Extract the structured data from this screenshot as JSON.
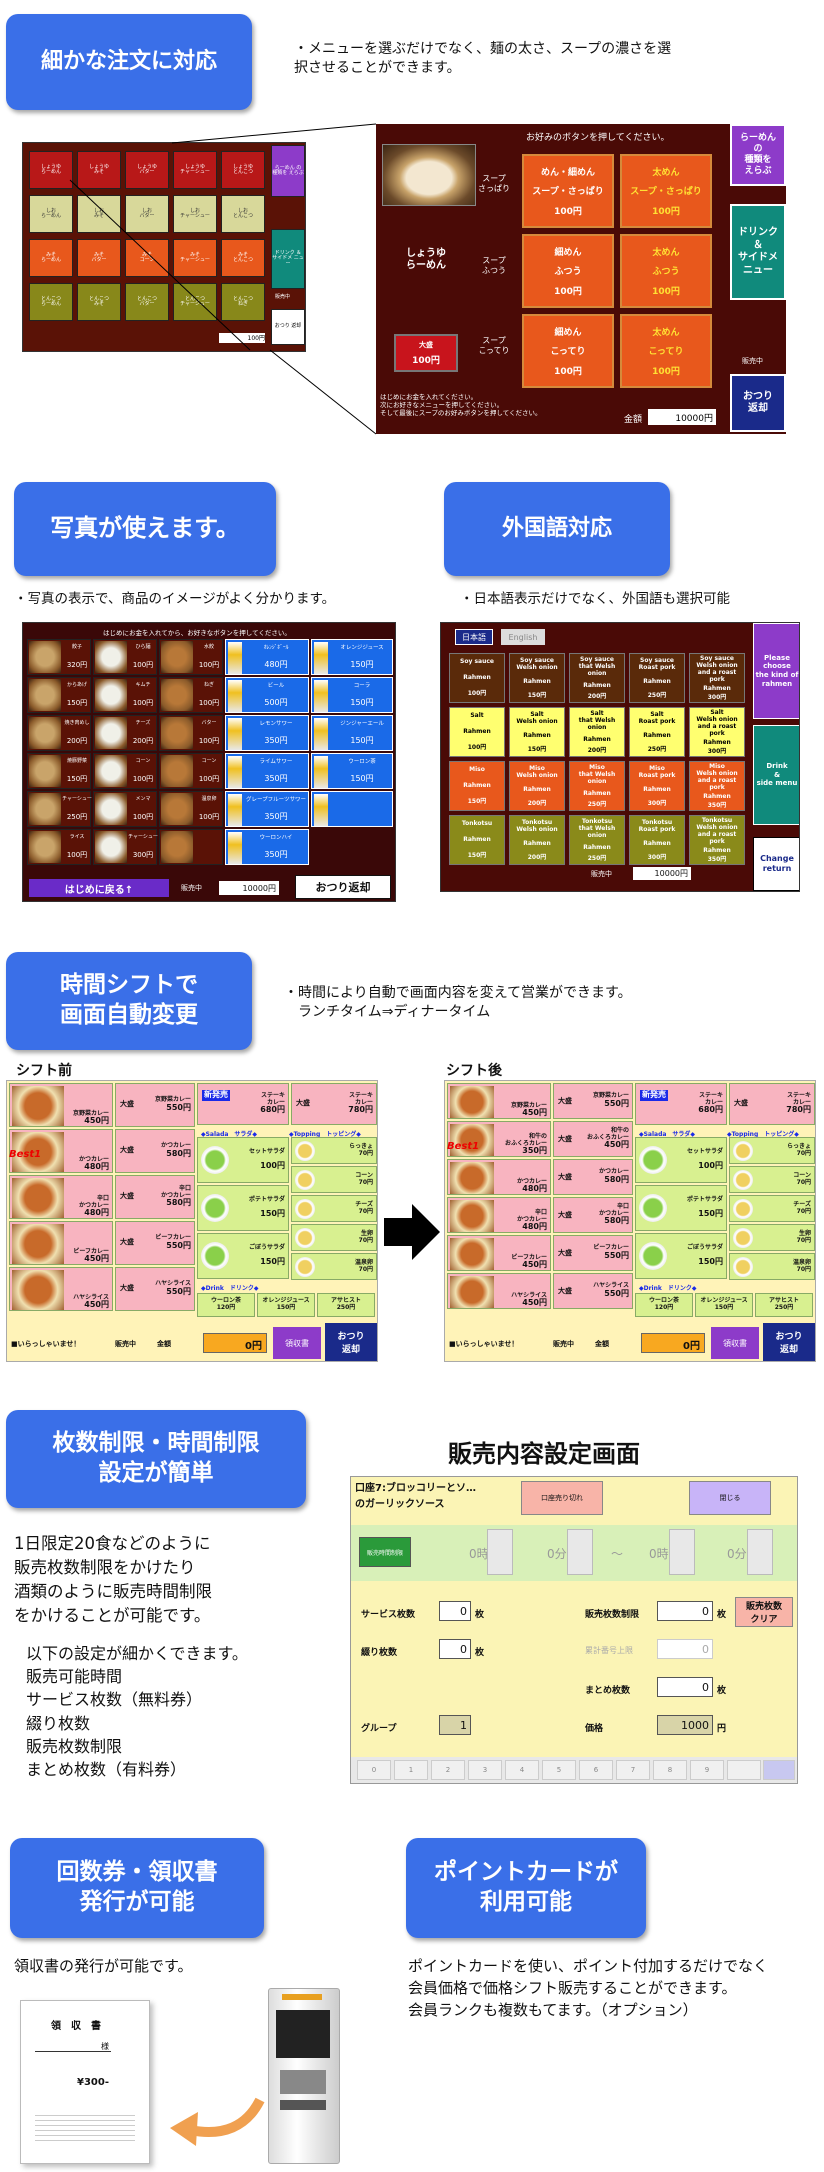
{
  "sec1": {
    "title": "細かな注文に対応",
    "desc": "・メニューを選ぶだけでなく、麺の太さ、スープの濃さを選\n択させることができます。"
  },
  "ramen": {
    "prompt": "お好みのボタンを押してください。",
    "name": "しょうゆ\nらーめん",
    "soups": [
      "スープ\nさっぱり",
      "スープ\nふつう",
      "スープ\nこってり"
    ],
    "cells": [
      {
        "l1": "めん・細めん",
        "l2": "スープ・さっぱり",
        "p": "100円",
        "y": false
      },
      {
        "l1": "太めん",
        "l2": "スープ・さっぱり",
        "p": "100円",
        "y": true
      },
      {
        "l1": "細めん",
        "l2": "ふつう",
        "p": "100円",
        "y": false
      },
      {
        "l1": "太めん",
        "l2": "ふつう",
        "p": "100円",
        "y": true
      },
      {
        "l1": "細めん",
        "l2": "こってり",
        "p": "100円",
        "y": false
      },
      {
        "l1": "太めん",
        "l2": "こってり",
        "p": "100円",
        "y": true
      }
    ],
    "oomori": "大盛",
    "oomori_price": "100円",
    "side_top": "らーめん\nの\n種類を\nえらぶ",
    "side_mid": "ドリンク\n＆\nサイドメ\nニュー",
    "side_sale": "販売中",
    "side_change": "おつり\n返却",
    "kingaku": "金額",
    "amount": "10000円",
    "note": "はじめにお金を入れてください。\n次にお好きなメニューを押してください。\nそして最後にスープのお好みボタンを押してください。",
    "small_cells": [
      "しょうゆ\nらーめん",
      "しょうゆ\nみそ",
      "しょうゆ\nバター",
      "しょうゆ\nチャーシュー",
      "しょうゆ\nとんこつ",
      "しお\nらーめん",
      "しお\nみそ",
      "しお\nバター",
      "しお\nチャーシュー",
      "しお\nとんこつ",
      "みそ\nらーめん",
      "みそ\nバター",
      "みそ\nコーン",
      "みそ\nチャーシュー",
      "みそ\nとんこつ",
      "とんこつ\nらーめん",
      "とんこつ\nみそ",
      "とんこつ\nバター",
      "とんこつ\nチャーシュー",
      "とんこつ\nねぎ"
    ],
    "small_side": "らーめん\nの\n種類を\nえらぶ",
    "small_mid": "ドリンク\n＆\nサイドメ\nニュー",
    "small_sale": "販売中",
    "small_ret": "おつり\n返却",
    "small_amt": "100円"
  },
  "sec2": {
    "title": "写真が使えます。",
    "desc": "・写真の表示で、商品のイメージがよく分かります。"
  },
  "photo": {
    "header": "はじめにお金を入れてから、お好きなボタンを押してください。",
    "items": [
      [
        "餃子",
        "320円"
      ],
      [
        "ひら麺",
        "100円"
      ],
      [
        "水餃",
        "100円"
      ],
      [
        "からあげ",
        "150円"
      ],
      [
        "キムチ",
        "100円"
      ],
      [
        "ねぎ",
        "100円"
      ],
      [
        "焼き肉めし",
        "200円"
      ],
      [
        "チーズ",
        "200円"
      ],
      [
        "バター",
        "100円"
      ],
      [
        "焼豚野菜",
        "150円"
      ],
      [
        "コーン",
        "100円"
      ],
      [
        "コーン",
        "100円"
      ],
      [
        "チャーシュー",
        "250円"
      ],
      [
        "メンマ",
        "100円"
      ],
      [
        "温泉卵",
        "100円"
      ],
      [
        "ライス",
        "100円"
      ],
      [
        "チャーシュー",
        "300円"
      ],
      [
        "",
        ""
      ]
    ],
    "drinks": [
      [
        "ｵﾚﾝｼﾞﾎﾞｰﾙ",
        "480円"
      ],
      [
        "オレンジジュース",
        "150円"
      ],
      [
        "ビール",
        "500円"
      ],
      [
        "コーラ",
        "150円"
      ],
      [
        "レモンサワー",
        "350円"
      ],
      [
        "ジンジャーエール",
        "150円"
      ],
      [
        "ライムサワー",
        "350円"
      ],
      [
        "ウーロン茶",
        "150円"
      ],
      [
        "グレープフルーツサワー",
        "350円"
      ],
      [
        "",
        ""
      ],
      [
        "ウーロンハイ",
        "350円"
      ]
    ],
    "back": "はじめに戻る↑",
    "sale": "販売中",
    "amt": "10000円",
    "ret": "おつり返却"
  },
  "sec3": {
    "title": "外国語対応",
    "desc": "・日本語表示だけでなく、外国語も選択可能"
  },
  "foreign": {
    "tab_jp": "日本語",
    "tab_en": "English",
    "cells": [
      [
        "Soy sauce",
        "Rahmen",
        "100円"
      ],
      [
        "Soy sauce\nWelsh onion",
        "Rahmen",
        "150円"
      ],
      [
        "Soy sauce\nthat Welsh onion",
        "Rahmen",
        "200円"
      ],
      [
        "Soy sauce\nRoast pork",
        "Rahmen",
        "250円"
      ],
      [
        "Soy sauce\nWelsh onion and a roast pork",
        "Rahmen",
        "300円"
      ],
      [
        "Salt",
        "Rahmen",
        "100円"
      ],
      [
        "Salt\nWelsh onion",
        "Rahmen",
        "150円"
      ],
      [
        "Salt\nthat Welsh onion",
        "Rahmen",
        "200円"
      ],
      [
        "Salt\nRoast pork",
        "Rahmen",
        "250円"
      ],
      [
        "Salt\nWelsh onion and a roast pork",
        "Rahmen",
        "300円"
      ],
      [
        "Miso",
        "Rahmen",
        "150円"
      ],
      [
        "Miso\nWelsh onion",
        "Rahmen",
        "200円"
      ],
      [
        "Miso\nthat Welsh onion",
        "Rahmen",
        "250円"
      ],
      [
        "Miso\nRoast pork",
        "Rahmen",
        "300円"
      ],
      [
        "Miso\nWelsh onion and a roast pork",
        "Rahmen",
        "350円"
      ],
      [
        "Tonkotsu",
        "Rahmen",
        "150円"
      ],
      [
        "Tonkotsu\nWelsh onion",
        "Rahmen",
        "200円"
      ],
      [
        "Tonkotsu\nthat Welsh onion",
        "Rahmen",
        "250円"
      ],
      [
        "Tonkotsu\nRoast pork",
        "Rahmen",
        "300円"
      ],
      [
        "Tonkotsu\nWelsh onion and a roast pork",
        "Rahmen",
        "350円"
      ]
    ],
    "side1": "Please\nchoose\nthe kind of\nrahmen",
    "side2": "Drink\n&\nside menu",
    "sale": "販売中",
    "amt": "10000円",
    "ret": "Change\nreturn"
  },
  "sec4": {
    "title": "時間シフトで\n画面自動変更",
    "desc": "・時間により自動で画面内容を変えて営業ができます。\n　ランチタイム⇒ディナータイム",
    "before": "シフト前",
    "after": "シフト後"
  },
  "shift": {
    "before_left": [
      [
        "京野菜カレー",
        "450円"
      ],
      [
        "かつカレー",
        "480円"
      ],
      [
        "辛口\nかつカレー",
        "480円"
      ],
      [
        "ビーフカレー",
        "450円"
      ],
      [
        "ハヤシライス",
        "450円"
      ]
    ],
    "after_left": [
      [
        "京野菜カレー",
        "450円"
      ],
      [
        "和牛の\nおふくろカレー",
        "350円"
      ],
      [
        "かつカレー",
        "480円"
      ],
      [
        "辛口\nかつカレー",
        "480円"
      ],
      [
        "ビーフカレー",
        "450円"
      ],
      [
        "ハヤシライス",
        "450円"
      ]
    ],
    "before_mid": [
      [
        "大盛",
        "京野菜カレー",
        "550円"
      ],
      [
        "大盛",
        "かつカレー",
        "580円"
      ],
      [
        "大盛",
        "辛口\nかつカレー",
        "580円"
      ],
      [
        "大盛",
        "ビーフカレー",
        "550円"
      ],
      [
        "大盛",
        "ハヤシライス",
        "550円"
      ]
    ],
    "after_mid": [
      [
        "大盛",
        "京野菜カレー",
        "550円"
      ],
      [
        "大盛",
        "和牛の\nおふくろカレー",
        "450円"
      ],
      [
        "大盛",
        "かつカレー",
        "580円"
      ],
      [
        "大盛",
        "辛口\nかつカレー",
        "580円"
      ],
      [
        "大盛",
        "ビーフカレー",
        "550円"
      ],
      [
        "大盛",
        "ハヤシライス",
        "550円"
      ]
    ],
    "new": "新発売",
    "steak": "ステーキ\nカレー",
    "steak_p": "680円",
    "steak_big": "大盛",
    "steak_big_p": "780円",
    "salada": "◆Salada　サラダ◆",
    "topping": "◆Topping　トッピング◆",
    "salads": [
      [
        "セットサラダ",
        "100円"
      ],
      [
        "ポテトサラダ",
        "150円"
      ],
      [
        "ごぼうサラダ",
        "150円"
      ]
    ],
    "toppings": [
      [
        "らっきょ",
        "70円"
      ],
      [
        "コーン",
        "70円"
      ],
      [
        "チーズ",
        "70円"
      ],
      [
        "生卵",
        "70円"
      ],
      [
        "温泉卵",
        "70円"
      ]
    ],
    "drink": "◆Drink　ドリンク◆",
    "drinks": [
      [
        "ウーロン茶",
        "120円"
      ],
      [
        "オレンジジュース",
        "150円"
      ],
      [
        "アサヒスト",
        "250円"
      ]
    ],
    "welcome": "■いらっしゃいませ！",
    "sale": "販売中",
    "kingaku": "金額",
    "amt": "0円",
    "status": "領収書",
    "ret": "おつり\n返却",
    "best": "Best1"
  },
  "sec5": {
    "title": "枚数制限・時間制限\n設定が簡単",
    "desc": "1日限定20食などのように\n販売枚数制限をかけたり\n酒類のように販売時間制限\nをかけることが可能です。",
    "list": "以下の設定が細かくできます。\n販売可能時間\nサービス枚数（無料券）\n綴り枚数\n販売枚数制限\nまとめ枚数（有料券）",
    "screen_title": "販売内容設定画面"
  },
  "setting": {
    "item": "口座7:ブロッコリーとソ…\nのガーリックソース",
    "copy": "口座売り切れ",
    "close": "閉じる",
    "time_btn": "販売時間制限",
    "t1": "0時",
    "t2": "0分",
    "dash": "〜",
    "t3": "0時",
    "t4": "0分",
    "service": "サービス枚数",
    "service_v": "0",
    "unit": "枚",
    "tsuzuri": "綴り枚数",
    "tsuzuri_v": "0",
    "limit": "販売枚数制限",
    "limit_v": "0",
    "clear": "販売枚数\nクリア",
    "kanri": "累計番号上限",
    "kanri_v": "0",
    "matome": "まとめ枚数",
    "matome_v": "0",
    "group": "グループ",
    "group_v": "1",
    "price": "価格",
    "price_v": "1000",
    "yen": "円",
    "nums": [
      "0",
      "1",
      "2",
      "3",
      "4",
      "5",
      "6",
      "7",
      "8",
      "9"
    ]
  },
  "sec6": {
    "title": "回数券・領収書\n発行が可能",
    "desc": "領収書の発行が可能です。",
    "receipt_title": "領　収　書",
    "receipt_to": "様",
    "receipt_amt": "¥300-"
  },
  "sec7": {
    "title": "ポイントカードが\n利用可能",
    "desc": "ポイントカードを使い、ポイント付加するだけでなく\n会員価格で価格シフト販売することができます。\n会員ランクも複数もてます。（オプション）"
  }
}
